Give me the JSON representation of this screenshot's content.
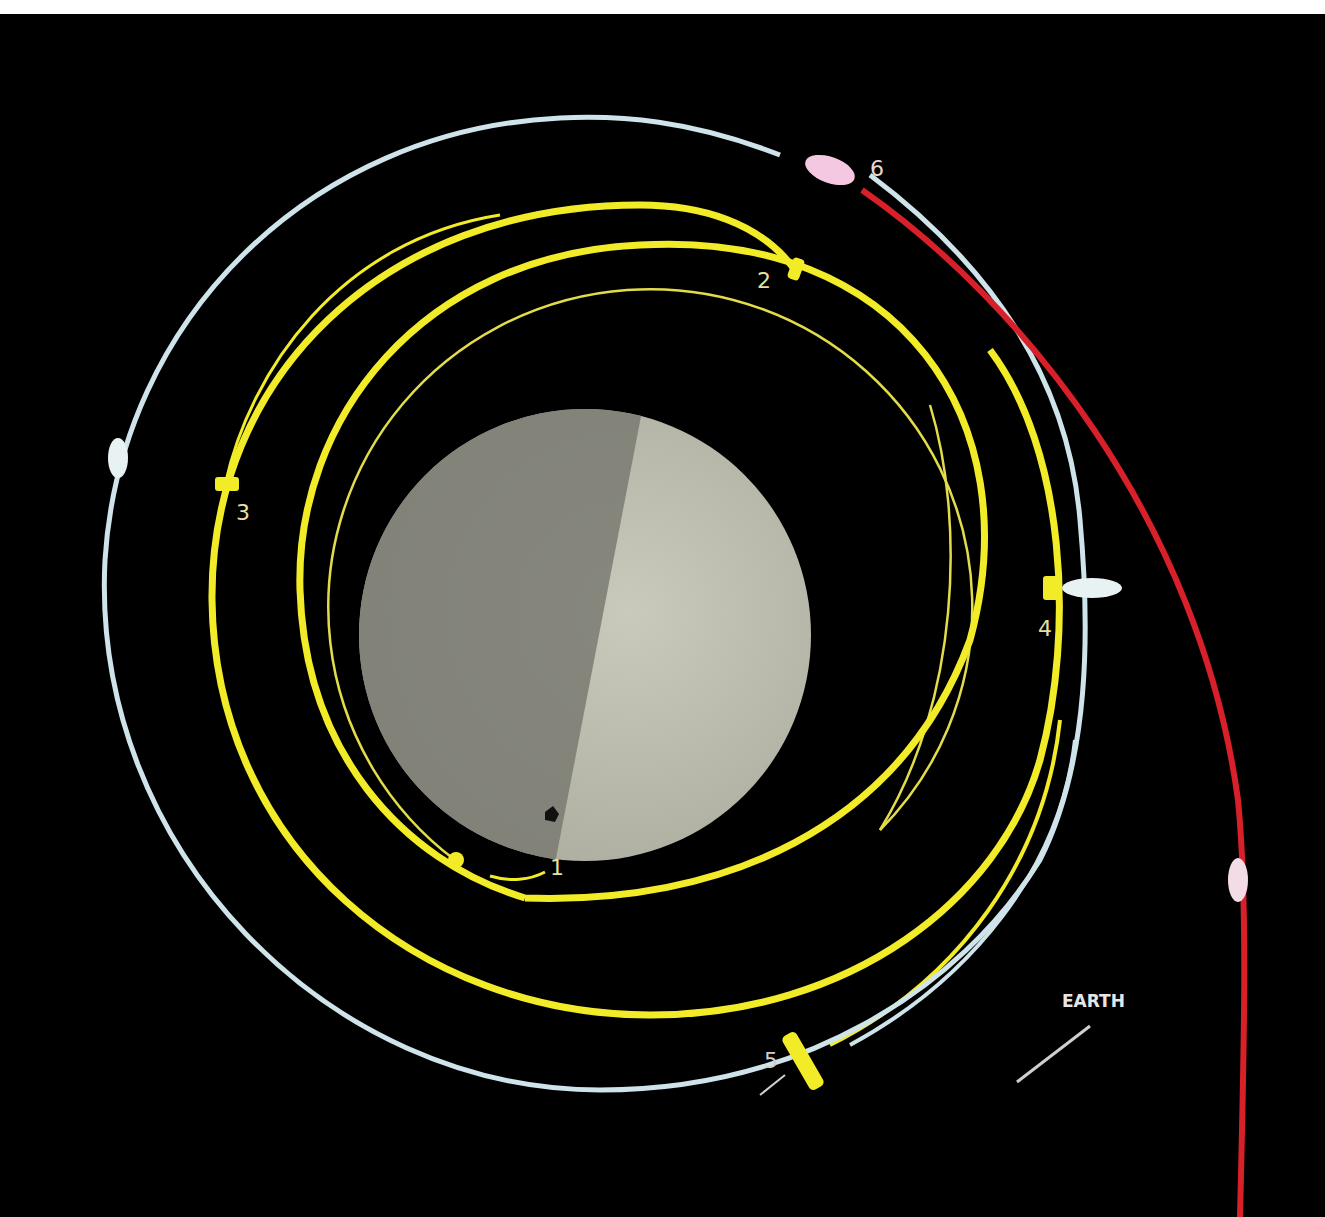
{
  "diagram": {
    "labels": [
      "6",
      "2",
      "3",
      "4",
      "5",
      "1",
      "EARTH"
    ]
  }
}
